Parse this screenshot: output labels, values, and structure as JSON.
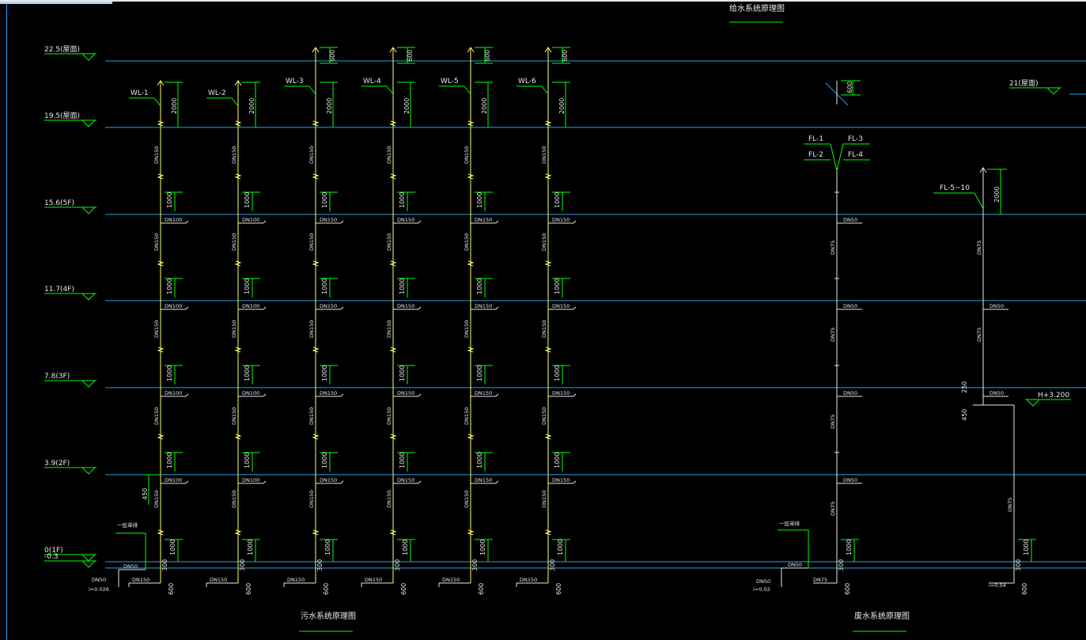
{
  "titles": {
    "water_supply": "给水系统原理图",
    "sewage": "污水系统原理图",
    "waste": "废水系统原理图"
  },
  "levels": [
    "22.5(屋面)",
    "19.5(屋面)",
    "15.6(5F)",
    "11.7(4F)",
    "7.8(3F)",
    "3.9(2F)",
    "0(1F)",
    "-0.3"
  ],
  "right_level": "21(屋面)",
  "wl_labels": [
    "WL-1",
    "WL-2",
    "WL-3",
    "WL-4",
    "WL-5",
    "WL-6"
  ],
  "fl_labels": [
    "FL-1",
    "FL-3",
    "FL-2",
    "FL-4"
  ],
  "fl_group": "FL-5~10",
  "height_note": "H+3.200",
  "first_floor_note": "一层单排",
  "dims": {
    "d600": "600",
    "d2000": "2000",
    "d1000": "1000",
    "d300": "300",
    "d450": "450",
    "d250": "250"
  },
  "dn": {
    "dn50": "DN50",
    "dn75": "DN75",
    "dn100": "DN100",
    "dn150": "DN150"
  },
  "small": {
    "slope1": "i=0.026",
    "slope2": "i=0.02",
    "slope3": "i=0.04"
  },
  "colors": {
    "background": "#000000",
    "level_line": "#2a9fe6",
    "pipe": "#ffff66",
    "dim_line": "#00ff00",
    "text": "#e8e8e8"
  }
}
